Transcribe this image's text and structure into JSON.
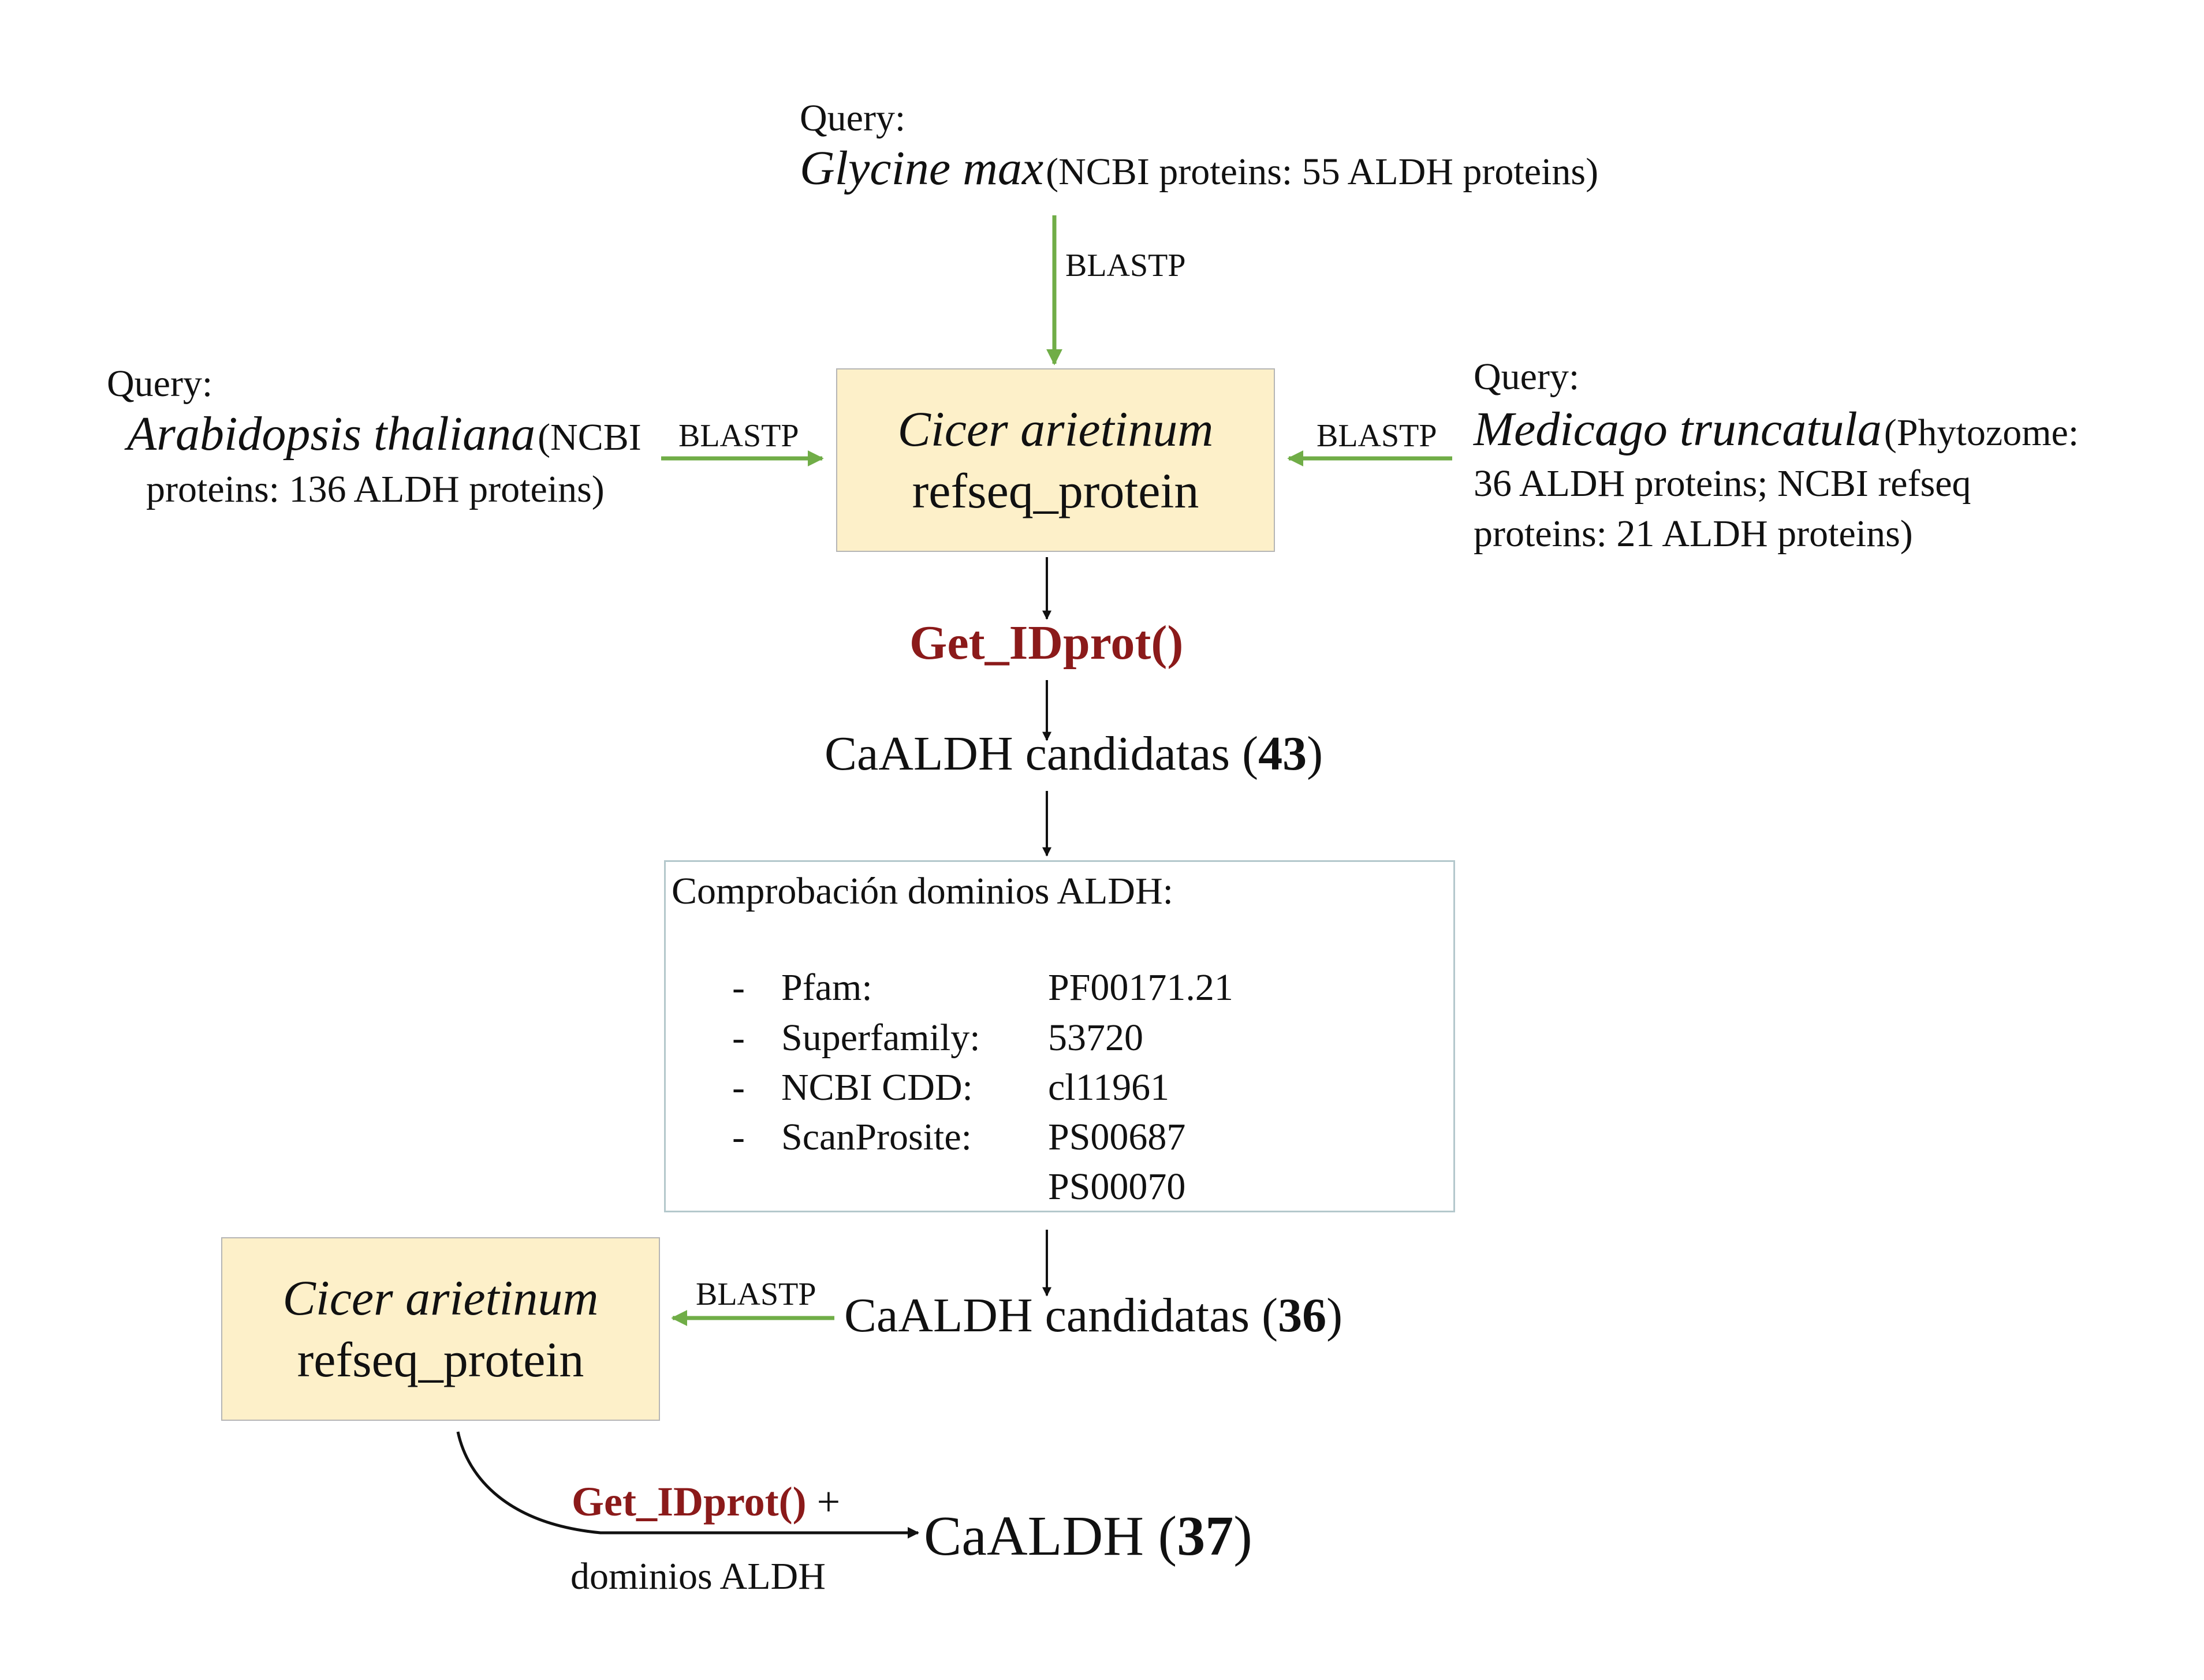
{
  "queries": {
    "top": {
      "heading": "Query:",
      "species": "Glycine max",
      "note": "(NCBI proteins: 55 ALDH proteins)"
    },
    "left": {
      "heading": "Query:",
      "species": "Arabidopsis thaliana",
      "note_line1": "(NCBI",
      "note_line2": "proteins: 136 ALDH proteins)"
    },
    "right": {
      "heading": "Query:",
      "species": "Medicago truncatula",
      "note_line1": "(Phytozome:",
      "note_line2": "36 ALDH proteins; NCBI refseq",
      "note_line3": "proteins: 21 ALDH proteins)"
    }
  },
  "edges": {
    "blastp_top": "BLASTP",
    "blastp_left": "BLASTP",
    "blastp_right": "BLASTP",
    "blastp_bottom": "BLASTP"
  },
  "database_box_1": {
    "species": "Cicer arietinum",
    "db": "refseq_protein"
  },
  "database_box_2": {
    "species": "Cicer arietinum",
    "db": "refseq_protein"
  },
  "function_1": "Get_IDprot()",
  "candidates_1": {
    "prefix": "CaALDH candidatas (",
    "count": "43",
    "suffix": ")"
  },
  "domain_check": {
    "title": "Comprobación dominios ALDH:",
    "items": [
      {
        "bullet": "-",
        "source": "Pfam:",
        "id": "PF00171.21"
      },
      {
        "bullet": "-",
        "source": "Superfamily:",
        "id": "53720"
      },
      {
        "bullet": "-",
        "source": "NCBI CDD:",
        "id": "cl11961"
      },
      {
        "bullet": "-",
        "source": "ScanProsite:",
        "id": "PS00687"
      }
    ],
    "extra_id": "PS00070"
  },
  "candidates_2": {
    "prefix": "CaALDH candidatas (",
    "count": "36",
    "suffix": ")"
  },
  "final_step": {
    "function": "Get_IDprot()",
    "plus": " +",
    "subtitle": "dominios ALDH"
  },
  "result": {
    "prefix": "CaALDH (",
    "count": "37",
    "suffix": ")"
  },
  "colors": {
    "blastp_arrow": "#70ad47",
    "function_text": "#8b1a1a",
    "db_box_fill": "#fdf0c9",
    "domain_box_border": "#b4c8cc"
  }
}
